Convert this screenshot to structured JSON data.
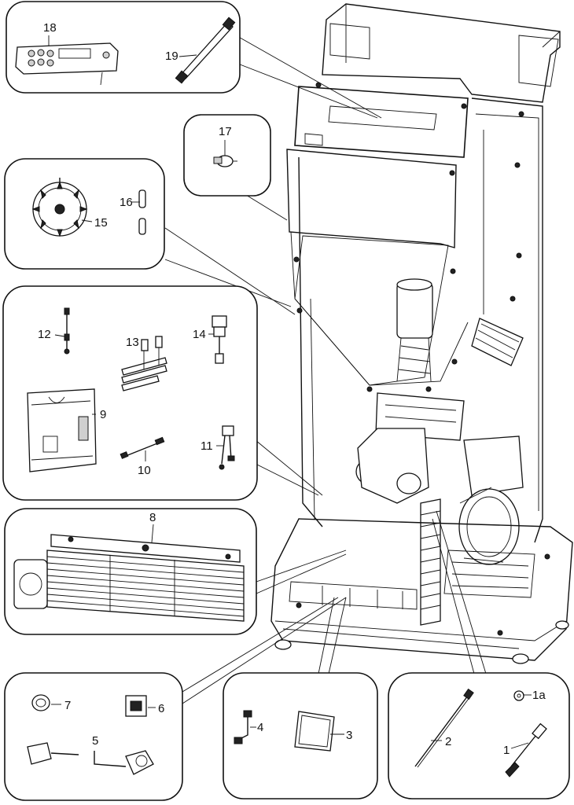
{
  "diagram": {
    "callouts": {
      "p1": "1",
      "p1a": "1a",
      "p2": "2",
      "p3": "3",
      "p4": "4",
      "p5": "5",
      "p6": "6",
      "p7": "7",
      "p8": "8",
      "p9": "9",
      "p10": "10",
      "p11": "11",
      "p12": "12",
      "p13": "13",
      "p14": "14",
      "p15": "15",
      "p16": "16",
      "p17": "17",
      "p18": "18",
      "p19": "19"
    }
  }
}
